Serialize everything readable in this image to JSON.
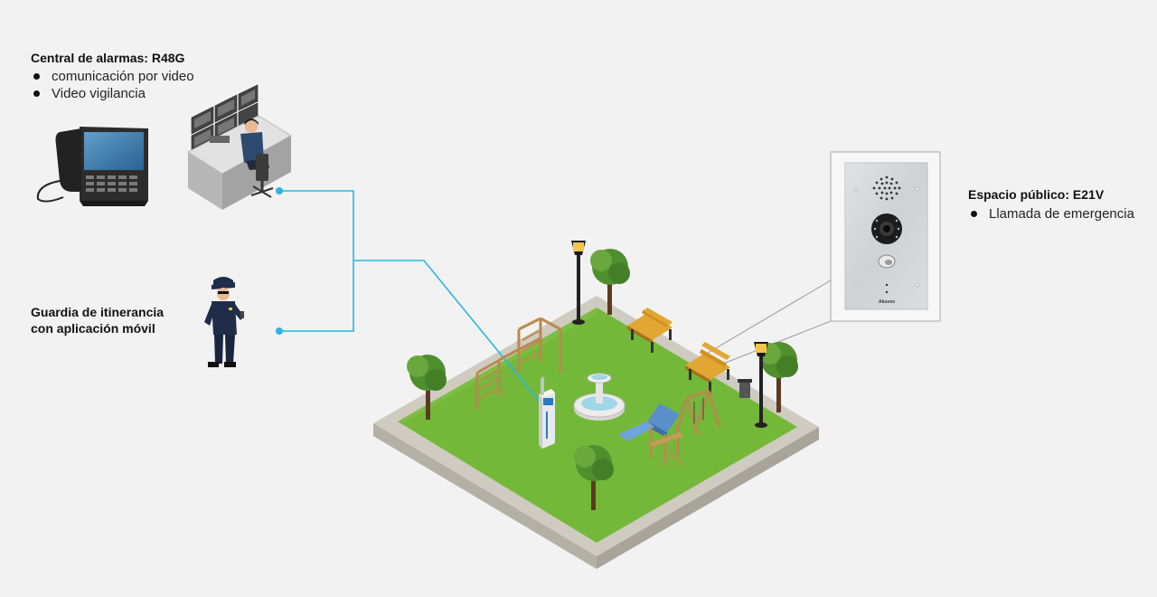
{
  "central": {
    "title": "Central de alarmas: R48G",
    "features": [
      "comunicación por video",
      "Video vigilancia"
    ]
  },
  "guard": {
    "title_line1": "Guardia de itinerancia",
    "title_line2": "con aplicación móvil"
  },
  "public_space": {
    "title": "Espacio público: E21V",
    "features": [
      "Llamada de emergencia"
    ]
  },
  "intercom": {
    "brand": "Akuvox"
  },
  "colors": {
    "connector": "#29b6e6",
    "grass": "#72b83a",
    "background": "#f2f2f2"
  }
}
